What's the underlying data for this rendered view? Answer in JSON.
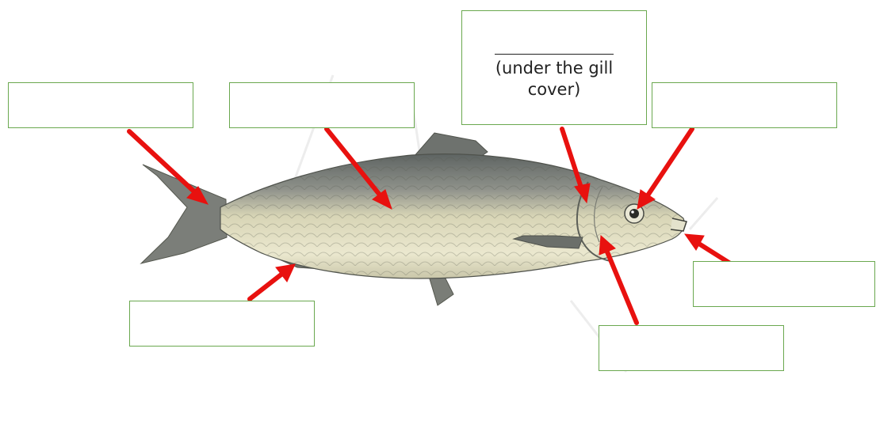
{
  "diagram": {
    "colors": {
      "box_border": "#6aa84f",
      "arrow": "#e8110f",
      "fish_body": "#d9d6b8",
      "fish_back": "#6f7472",
      "fish_fin": "#7e817d"
    },
    "labels": [
      {
        "id": "tail-fin",
        "text": ""
      },
      {
        "id": "scales",
        "text": ""
      },
      {
        "id": "gills",
        "text": "",
        "hint": "(under the gill cover)"
      },
      {
        "id": "eye",
        "text": ""
      },
      {
        "id": "mouth",
        "text": ""
      },
      {
        "id": "gill-cover",
        "text": ""
      },
      {
        "id": "pelvic-fin",
        "text": ""
      }
    ]
  }
}
